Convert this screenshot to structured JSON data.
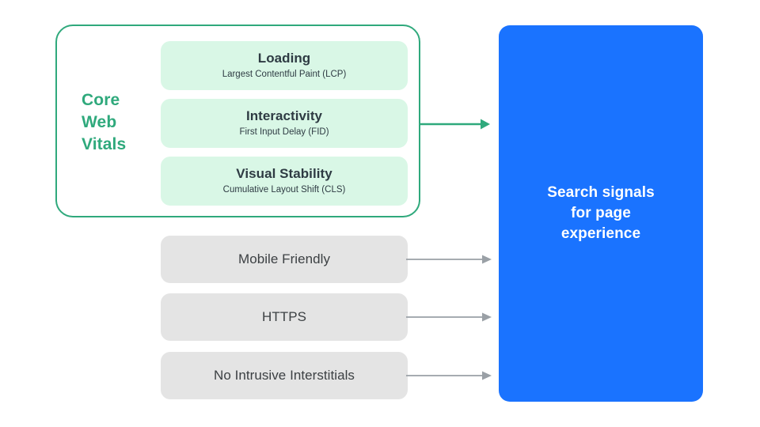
{
  "diagram": {
    "title": "Search signals for page experience",
    "core_web_vitals": {
      "group_label": "Core\nWeb\nVitals",
      "metrics": [
        {
          "title": "Loading",
          "subtitle": "Largest Contentful Paint (LCP)"
        },
        {
          "title": "Interactivity",
          "subtitle": "First Input Delay (FID)"
        },
        {
          "title": "Visual Stability",
          "subtitle": "Cumulative Layout Shift (CLS)"
        }
      ]
    },
    "other_signals": [
      {
        "label": "Mobile Friendly"
      },
      {
        "label": "HTTPS"
      },
      {
        "label": "No Intrusive Interstitials"
      }
    ],
    "destination": {
      "label": "Search signals\nfor page\nexperience"
    },
    "arrows": [
      {
        "name": "core-web-vitals-arrow",
        "color": "#2FA97C"
      },
      {
        "name": "mobile-friendly-arrow",
        "color": "#9AA0A6"
      },
      {
        "name": "https-arrow",
        "color": "#9AA0A6"
      },
      {
        "name": "no-intrusive-interstitials-arrow",
        "color": "#9AA0A6"
      }
    ]
  },
  "colors": {
    "green_accent": "#2FA97C",
    "chip_background": "#D9F7E6",
    "gray_box_background": "#E4E4E4",
    "blue_panel": "#1A73FF",
    "dark_text": "#2E3B43",
    "gray_arrow": "#9AA0A6",
    "page_background": "#FFFFFF"
  }
}
